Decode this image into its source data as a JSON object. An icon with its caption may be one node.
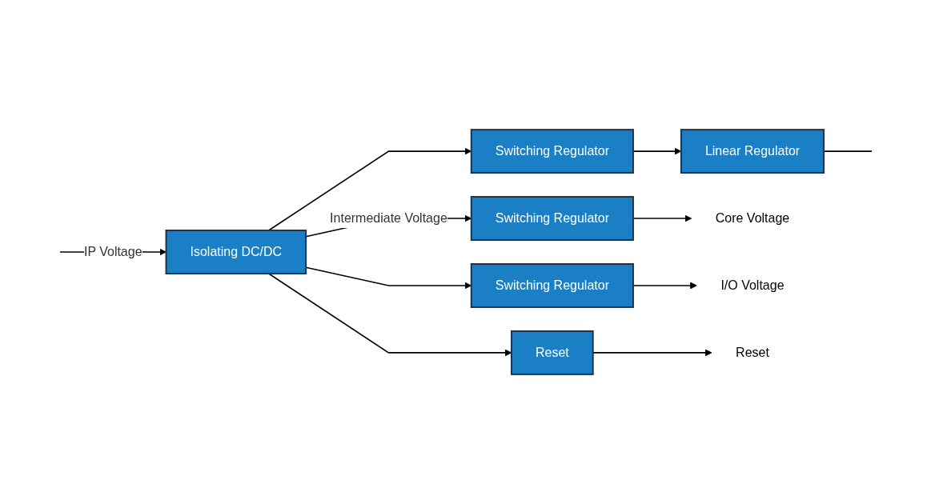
{
  "diagram": {
    "nodes": [
      {
        "text": [
          "Isolating DC/DC"
        ]
      },
      {
        "text": [
          "Switching Regulator"
        ]
      },
      {
        "text": [
          "Switching Regulator"
        ]
      },
      {
        "text": [
          "Switching Regulator"
        ]
      },
      {
        "text": [
          "Linear Regulator"
        ]
      },
      {
        "text": [
          "Reset"
        ]
      },
      {
        "text": [
          "Core Voltage"
        ]
      },
      {
        "text": [
          "I/O Voltage"
        ]
      },
      {
        "text": [
          "Reset"
        ]
      }
    ],
    "edges": [
      {
        "from": null,
        "to": 0,
        "arrow": "to",
        "label": "IP Voltage"
      },
      {
        "from": 0,
        "to": 1,
        "arrow": "to",
        "label": "Intermediate Voltage"
      },
      {
        "from": 0,
        "to": 2,
        "arrow": "to"
      },
      {
        "from": 0,
        "to": 3,
        "arrow": "to"
      },
      {
        "from": 0,
        "to": 5,
        "arrow": "to"
      },
      {
        "from": 1,
        "to": 6,
        "arrow": "to"
      },
      {
        "from": 2,
        "to": 7,
        "arrow": "to"
      },
      {
        "from": 3,
        "to": 4,
        "arrow": "to"
      },
      {
        "from": 5,
        "to": 8,
        "arrow": "to"
      },
      {
        "from": 4,
        "to": null,
        "arrow": "none"
      }
    ]
  }
}
